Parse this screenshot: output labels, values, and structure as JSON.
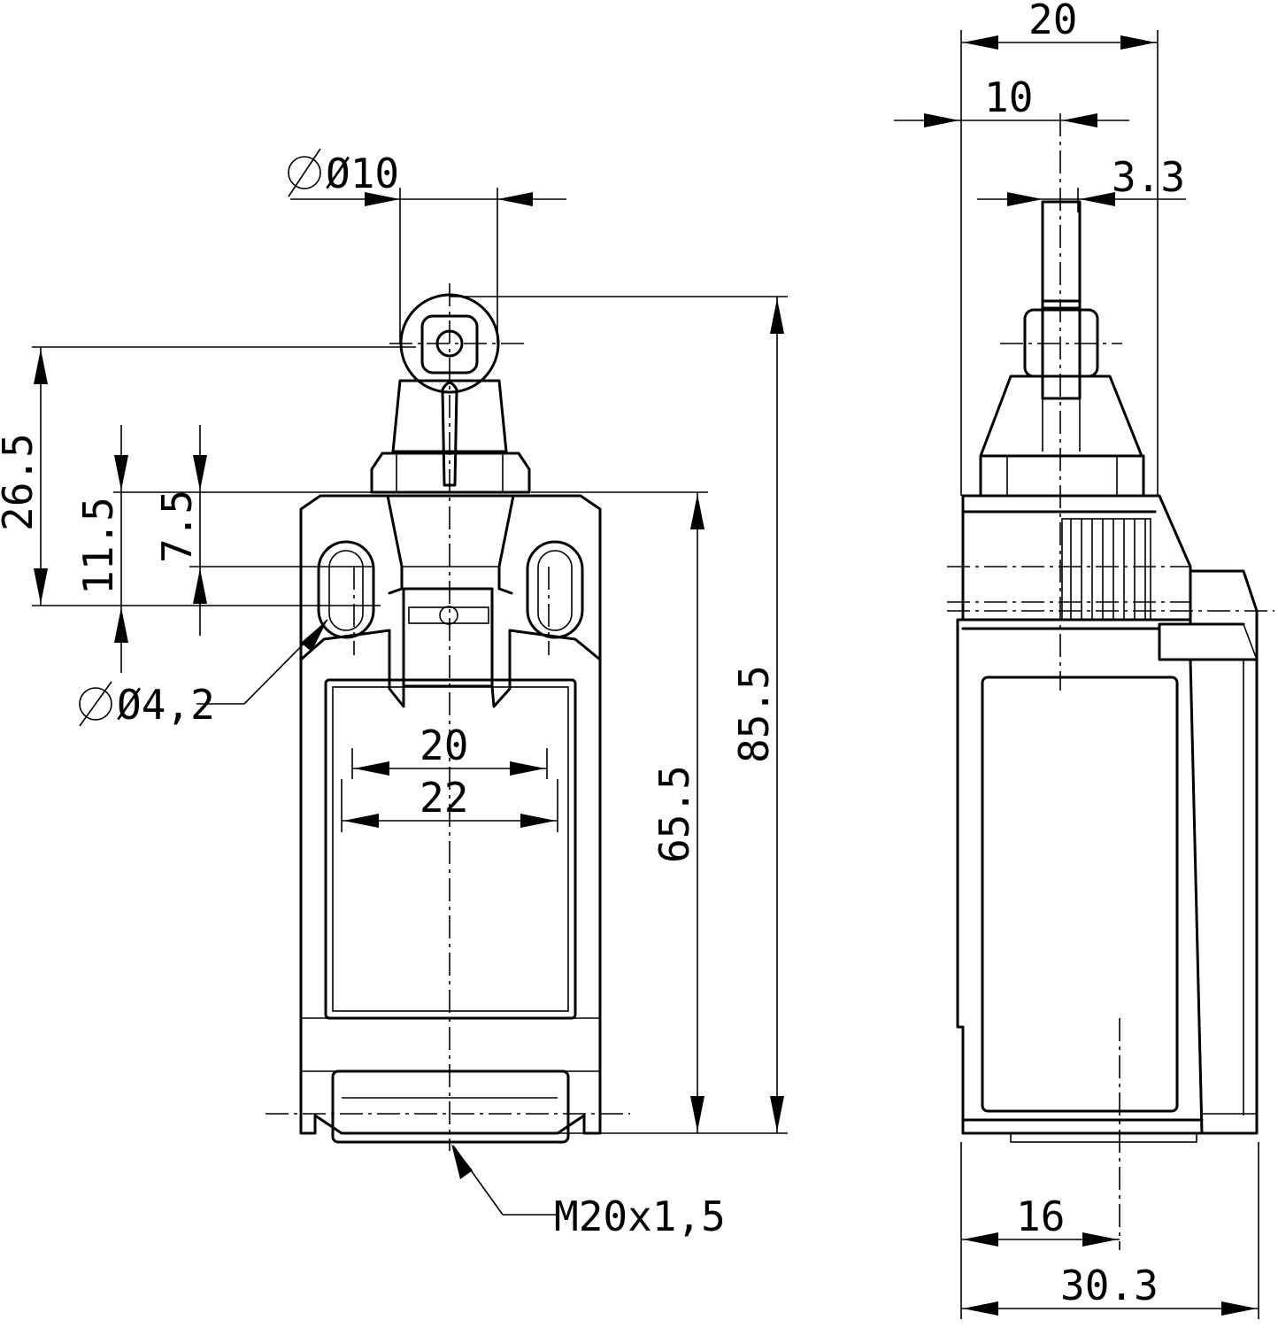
{
  "dimensions": {
    "roller_diameter": "Ø10",
    "front_overall_height": "85.5",
    "front_body_height": "65.5",
    "actuator_height": "26.5",
    "mount_upper_offset": "11.5",
    "mount_lower_offset": "7.5",
    "mount_hole_diameter": "Ø4,2",
    "inner_width_small": "20",
    "inner_width_large": "22",
    "cable_thread": "M20x1,5",
    "side_top_width": "20",
    "side_half_width": "10",
    "side_plunger_offset": "3.3",
    "side_bottom_offset": "16",
    "side_overall_depth": "30.3"
  }
}
